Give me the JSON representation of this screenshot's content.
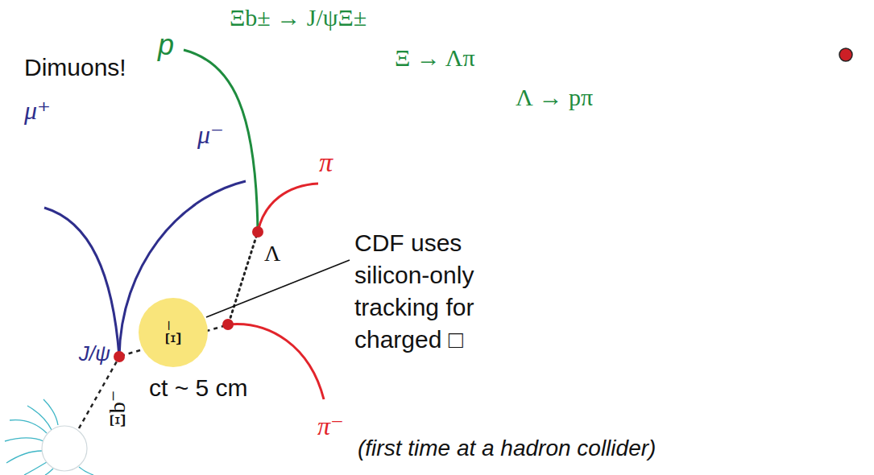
{
  "diagram": {
    "nodes": [
      {
        "text": [
          "Ξ⁻"
        ]
      }
    ],
    "labels": [
      "Ξb± → J/ψΞ±",
      "Ξ → Λπ",
      "Λ → pπ",
      "p",
      "Dimuons!",
      "μ⁺",
      "μ⁻",
      "π",
      "Λ",
      "CDF uses silicon-only tracking for charged □",
      "(first time at a hadron collider)",
      "J/ψ",
      "ct ~ 5 cm",
      "Ξb⁻",
      "π⁻"
    ]
  }
}
